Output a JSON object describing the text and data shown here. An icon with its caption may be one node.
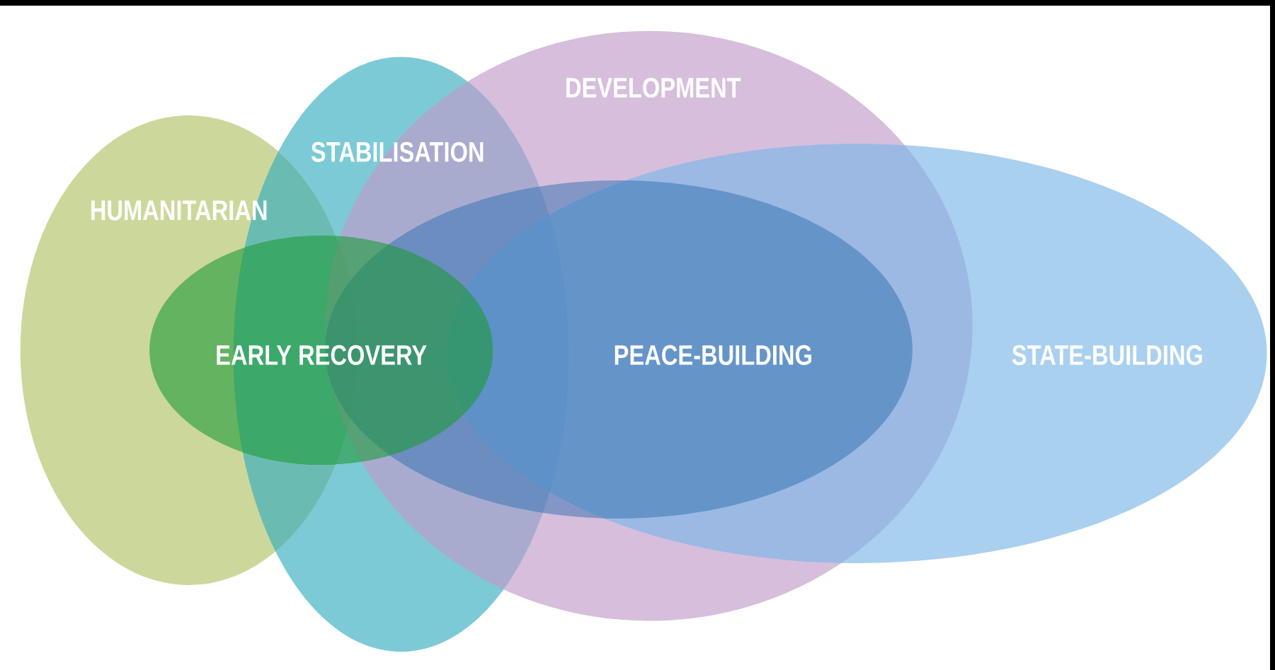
{
  "diagram": {
    "nodes": [
      {
        "text": [
          "DEVELOPMENT"
        ]
      },
      {
        "text": [
          "STABILISATION"
        ]
      },
      {
        "text": [
          "HUMANITARIAN"
        ]
      },
      {
        "text": [
          "EARLY RECOVERY"
        ]
      },
      {
        "text": [
          "PEACE-BUILDING"
        ]
      },
      {
        "text": [
          "STATE-BUILDING"
        ]
      }
    ]
  }
}
